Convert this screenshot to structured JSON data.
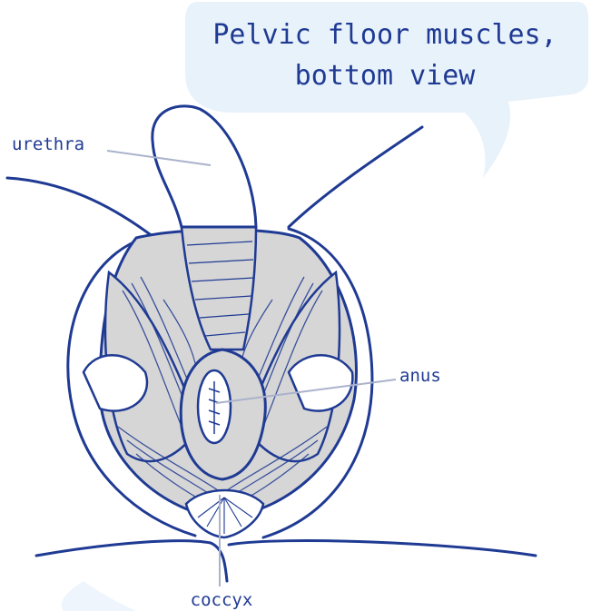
{
  "title": {
    "line1": "Pelvic floor muscles,",
    "line2": "bottom view"
  },
  "labels": {
    "urethra": "urethra",
    "anus": "anus",
    "coccyx": "coccyx"
  },
  "colors": {
    "ink": "#1f3a93",
    "muscle_fill": "#d6d6d6",
    "bubble": "#e8f2fb",
    "leader": "#aab2cc"
  }
}
